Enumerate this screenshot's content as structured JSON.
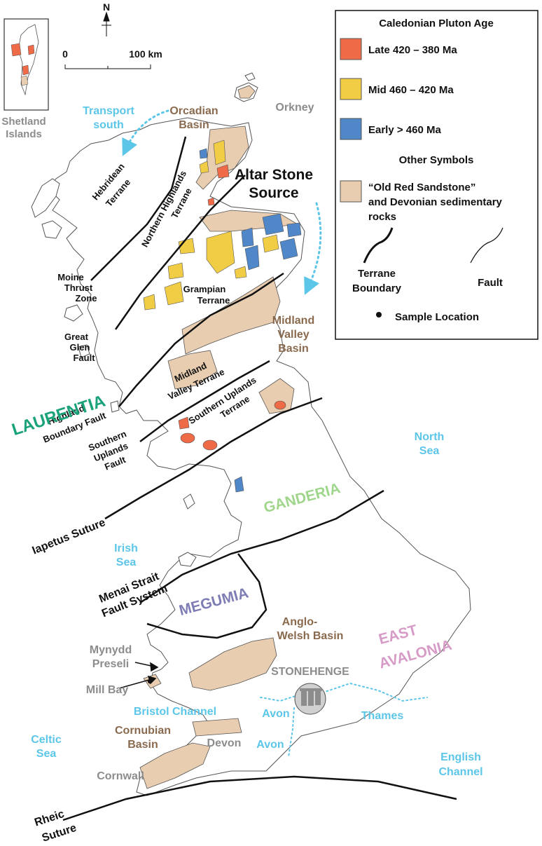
{
  "colors": {
    "late": "#ef6a46",
    "mid": "#f1cd45",
    "early": "#4f87c8",
    "sandstone": "#e8cdb0",
    "land_outline": "#555555",
    "brown_label": "#8a6a4e",
    "gray_label": "#8c8c8c",
    "cyan_label": "#5cc6e8",
    "laurentia": "#1aa27a",
    "ganderia": "#9fd68c",
    "megumia": "#7e7db4",
    "east_avalonia": "#d69bc6"
  },
  "scale": {
    "north": "N",
    "zero": "0",
    "hundred": "100 km"
  },
  "inset": {
    "label_line1": "Shetland",
    "label_line2": "Islands"
  },
  "legend": {
    "title": "Caledonian Pluton Age",
    "late": "Late 420 – 380 Ma",
    "mid": "Mid 460 – 420 Ma",
    "early": "Early > 460 Ma",
    "other": "Other Symbols",
    "ors_line1": "“Old Red Sandstone”",
    "ors_line2": "and Devonian sedimentary",
    "ors_line3": "rocks",
    "terrane_line1": "Terrane",
    "terrane_line2": "Boundary",
    "fault": "Fault",
    "sample": "Sample Location"
  },
  "labels": {
    "transport1": "Transport",
    "transport2": "south",
    "orcadian1": "Orcadian",
    "orcadian2": "Basin",
    "orkney": "Orkney",
    "altar1": "Altar Stone",
    "altar2": "Source",
    "hebridean1": "Hebridean",
    "hebridean2": "Terrane",
    "northern1": "Northern Highlands",
    "northern2": "Terrane",
    "moine1": "Moine",
    "moine2": "Thrust",
    "moine3": "Zone",
    "grampian1": "Grampian",
    "grampian2": "Terrane",
    "greatglen1": "Great",
    "greatglen2": "Glen",
    "greatglen3": "Fault",
    "midland_basin1": "Midland",
    "midland_basin2": "Valley",
    "midland_basin3": "Basin",
    "midland_terrane1": "Midland",
    "midland_terrane2": "Valley Terrane",
    "laurentia": "LAURENTIA",
    "hbf1": "Highland",
    "hbf2": "Boundary Fault",
    "su_terrane1": "Southern Uplands",
    "su_terrane2": "Terrane",
    "su_fault1": "Southern",
    "su_fault2": "Uplands",
    "su_fault3": "Fault",
    "north_sea1": "North",
    "north_sea2": "Sea",
    "ganderia": "GANDERIA",
    "iapetus": "Iapetus Suture",
    "irish1": "Irish",
    "irish2": "Sea",
    "menai1": "Menai Strait",
    "menai2": "Fault System",
    "megumia": "MEGUMIA",
    "anglo1": "Anglo-",
    "anglo2": "Welsh Basin",
    "east1": "EAST",
    "east2": "AVALONIA",
    "mynydd1": "Mynydd",
    "mynydd2": "Preseli",
    "millbay": "Mill Bay",
    "stonehenge": "STONEHENGE",
    "bristol": "Bristol Channel",
    "avon1": "Avon",
    "avon2": "Avon",
    "thames": "Thames",
    "cornubian1": "Cornubian",
    "cornubian2": "Basin",
    "devon": "Devon",
    "celtic1": "Celtic",
    "celtic2": "Sea",
    "english1": "English",
    "english2": "Channel",
    "cornwall": "Cornwall",
    "rheic1": "Rheic",
    "rheic2": "Suture"
  }
}
